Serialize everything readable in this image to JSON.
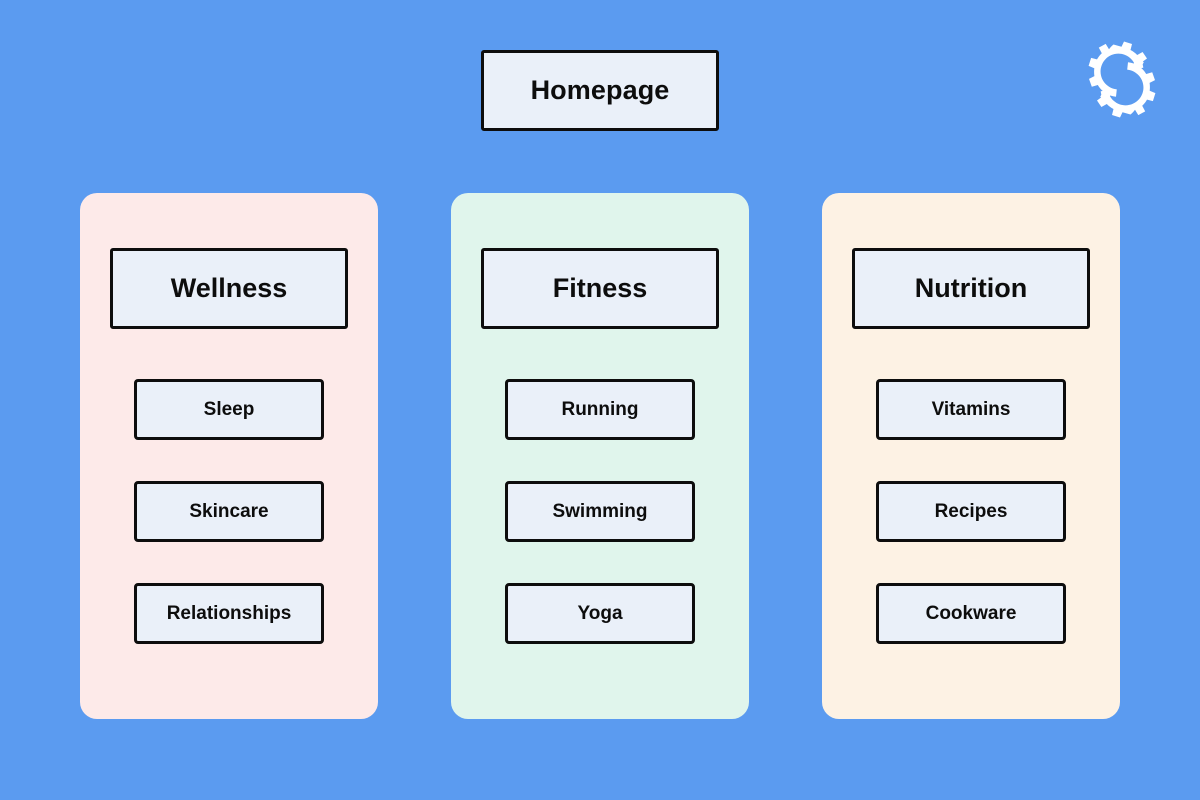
{
  "canvas": {
    "background_color": "#5b9bf0",
    "node_fill_color": "#eaf0f9",
    "node_border_color": "#0d0d0d"
  },
  "logo": {
    "icon_name": "interlocking-gears-logo",
    "color": "#ffffff"
  },
  "root": {
    "label": "Homepage"
  },
  "columns": [
    {
      "id": "wellness",
      "panel_color": "#fdeae9",
      "category": {
        "label": "Wellness"
      },
      "children": [
        {
          "label": "Sleep"
        },
        {
          "label": "Skincare"
        },
        {
          "label": "Relationships"
        }
      ]
    },
    {
      "id": "fitness",
      "panel_color": "#e0f5ec",
      "category": {
        "label": "Fitness"
      },
      "children": [
        {
          "label": "Running"
        },
        {
          "label": "Swimming"
        },
        {
          "label": "Yoga"
        }
      ]
    },
    {
      "id": "nutrition",
      "panel_color": "#fdf2e4",
      "category": {
        "label": "Nutrition"
      },
      "children": [
        {
          "label": "Vitamins"
        },
        {
          "label": "Recipes"
        },
        {
          "label": "Cookware"
        }
      ]
    }
  ]
}
